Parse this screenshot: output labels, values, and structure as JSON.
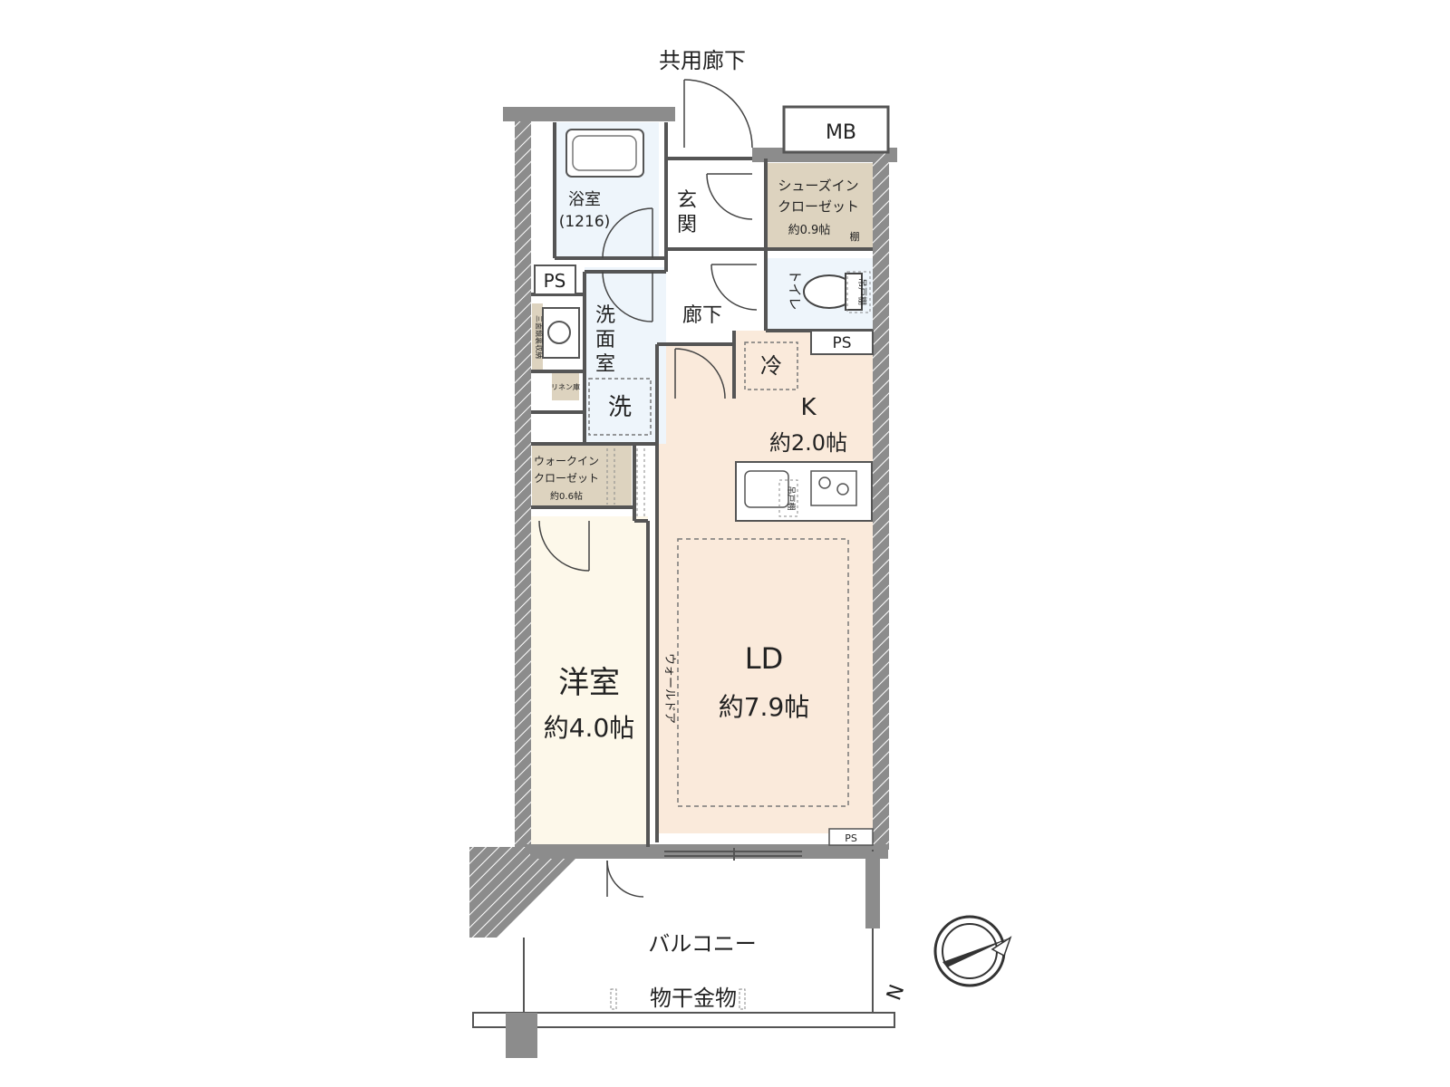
{
  "labels": {
    "corridor_shared": "共用廊下",
    "mb": "MB",
    "bath_1": "浴室",
    "bath_2": "(1216)",
    "ps_1": "PS",
    "ps_2": "PS",
    "ps_3": "PS",
    "genkan_1": "玄",
    "genkan_2": "関",
    "shoes_1": "シューズイン",
    "shoes_2": "クローゼット",
    "shoes_3": "約0.9帖",
    "shelf": "棚",
    "toilet": "トイレ",
    "hanging_shelf": "吊戸棚",
    "hall": "廊下",
    "wash_1": "洗",
    "wash_2": "面",
    "wash_3": "室",
    "washer": "洗",
    "mirror_storage": "三面鏡裏収納",
    "linen": "リネン庫",
    "wic_1": "ウォークイン",
    "wic_2": "クローゼット",
    "wic_3": "約0.6帖",
    "fridge": "冷",
    "k_1": "K",
    "k_2": "約2.0帖",
    "hanging_shelf_2": "吊戸棚",
    "wall_door": "ウォールドア",
    "ld_1": "LD",
    "ld_2": "約7.9帖",
    "western_1": "洋室",
    "western_2": "約4.0帖",
    "balcony": "バルコニー",
    "hardware": "物干金物",
    "compass_n": "N"
  },
  "colors": {
    "wall": "#8c8c8c",
    "bath": "#eef5fb",
    "closet": "#ddd3bf",
    "ldk": "#faeadb",
    "western": "#fdf8ea",
    "wash": "#eef5fb"
  }
}
